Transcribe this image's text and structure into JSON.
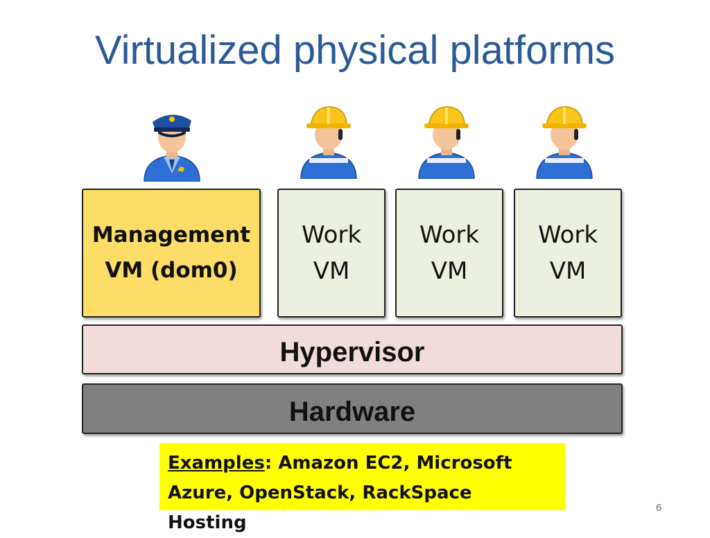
{
  "slide": {
    "title": "Virtualized physical platforms",
    "page_number": "6"
  },
  "figures": [
    {
      "icon": "police-officer-icon"
    },
    {
      "icon": "construction-worker-icon"
    },
    {
      "icon": "construction-worker-icon"
    },
    {
      "icon": "construction-worker-icon"
    }
  ],
  "vms": {
    "management": {
      "line1": "Management",
      "line2": "VM (dom0)"
    },
    "work": [
      {
        "line1": "Work",
        "line2": "VM"
      },
      {
        "line1": "Work",
        "line2": "VM"
      },
      {
        "line1": "Work",
        "line2": "VM"
      }
    ]
  },
  "layers": {
    "hypervisor": "Hypervisor",
    "hardware": "Hardware"
  },
  "examples": {
    "label": "Examples",
    "text1": ": Amazon EC2, Microsoft",
    "text2": "Azure, OpenStack, RackSpace Hosting"
  },
  "colors": {
    "title": "#2c5a96",
    "management_vm": "#fbdd68",
    "work_vm": "#ebf1de",
    "hypervisor": "#f2dcdb",
    "hardware": "#808080",
    "examples_highlight": "#ffff00"
  }
}
